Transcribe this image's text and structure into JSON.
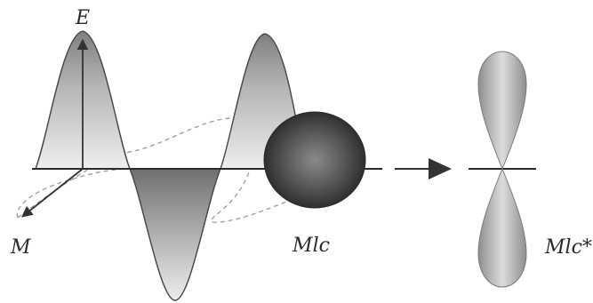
{
  "labels": {
    "electric_field": "E",
    "magnetic_field": "M",
    "molecule": "Mlc",
    "excited_molecule": "Mlc*"
  },
  "colors": {
    "wave_fill_light": "#eeeeee",
    "wave_fill_dark": "#8d8d8d",
    "wave_outline": "#444444",
    "axis": "#2b2b2b",
    "magnetic_dashed": "#9a9a9a",
    "molecule_center": "#8a8a8a",
    "molecule_edge": "#2f2f2f",
    "orbital_light": "#d9d9d9",
    "orbital_dark": "#9a9a9a",
    "arrow": "#333333"
  },
  "icons": {
    "transition_arrow": "arrow-right-icon"
  }
}
